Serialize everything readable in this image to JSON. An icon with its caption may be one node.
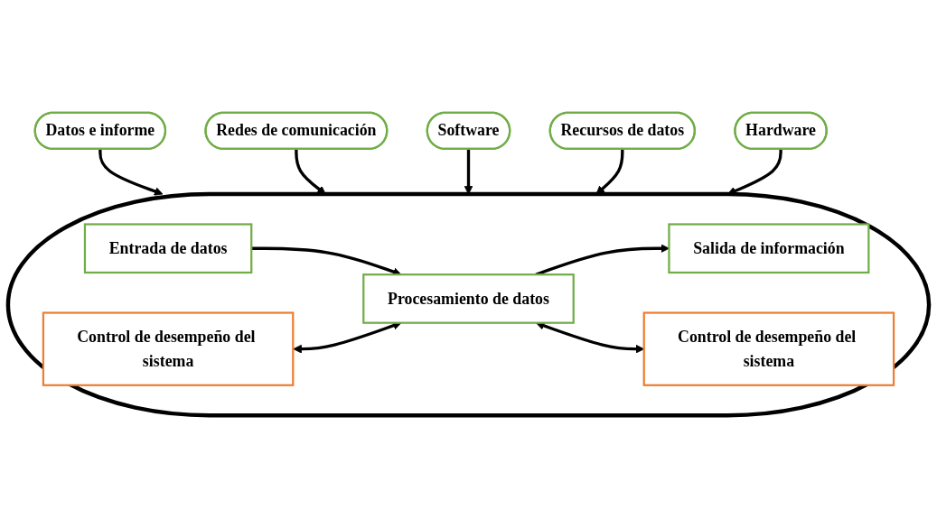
{
  "diagram": {
    "nodes": [
      {
        "text": [],
        "shape": "ellipse"
      },
      {
        "text": [
          "Datos e informe"
        ]
      },
      {
        "text": [
          "Redes de comunicación"
        ]
      },
      {
        "text": [
          "Software"
        ]
      },
      {
        "text": [
          "Control de desempeño del sistema"
        ],
        "in": 0
      },
      {
        "text": [
          "Entrada de datos"
        ],
        "in": 0
      },
      {
        "text": [
          "Procesamiento de datos"
        ],
        "in": 0
      },
      {
        "text": [
          "Salida de información"
        ],
        "in": 0
      },
      {
        "text": [
          "Control de desempeño del sistema"
        ],
        "in": 0
      },
      {
        "text": [
          "Recursos de datos"
        ]
      },
      {
        "text": [
          "Hardware"
        ]
      }
    ],
    "edges": [
      {
        "from": 1,
        "to": 0,
        "arrow": "to"
      },
      {
        "from": 2,
        "to": 0,
        "arrow": "to"
      },
      {
        "from": 3,
        "to": 0,
        "arrow": "to"
      },
      {
        "from": 5,
        "to": 6,
        "arrow": "to"
      },
      {
        "from": 6,
        "to": 7,
        "arrow": "to"
      },
      {
        "from": 4,
        "to": 6,
        "arrow": "both"
      },
      {
        "from": 6,
        "to": 8,
        "arrow": "both"
      },
      {
        "from": 9,
        "to": 0,
        "arrow": "to"
      },
      {
        "from": 10,
        "to": 0,
        "arrow": "to"
      }
    ]
  }
}
